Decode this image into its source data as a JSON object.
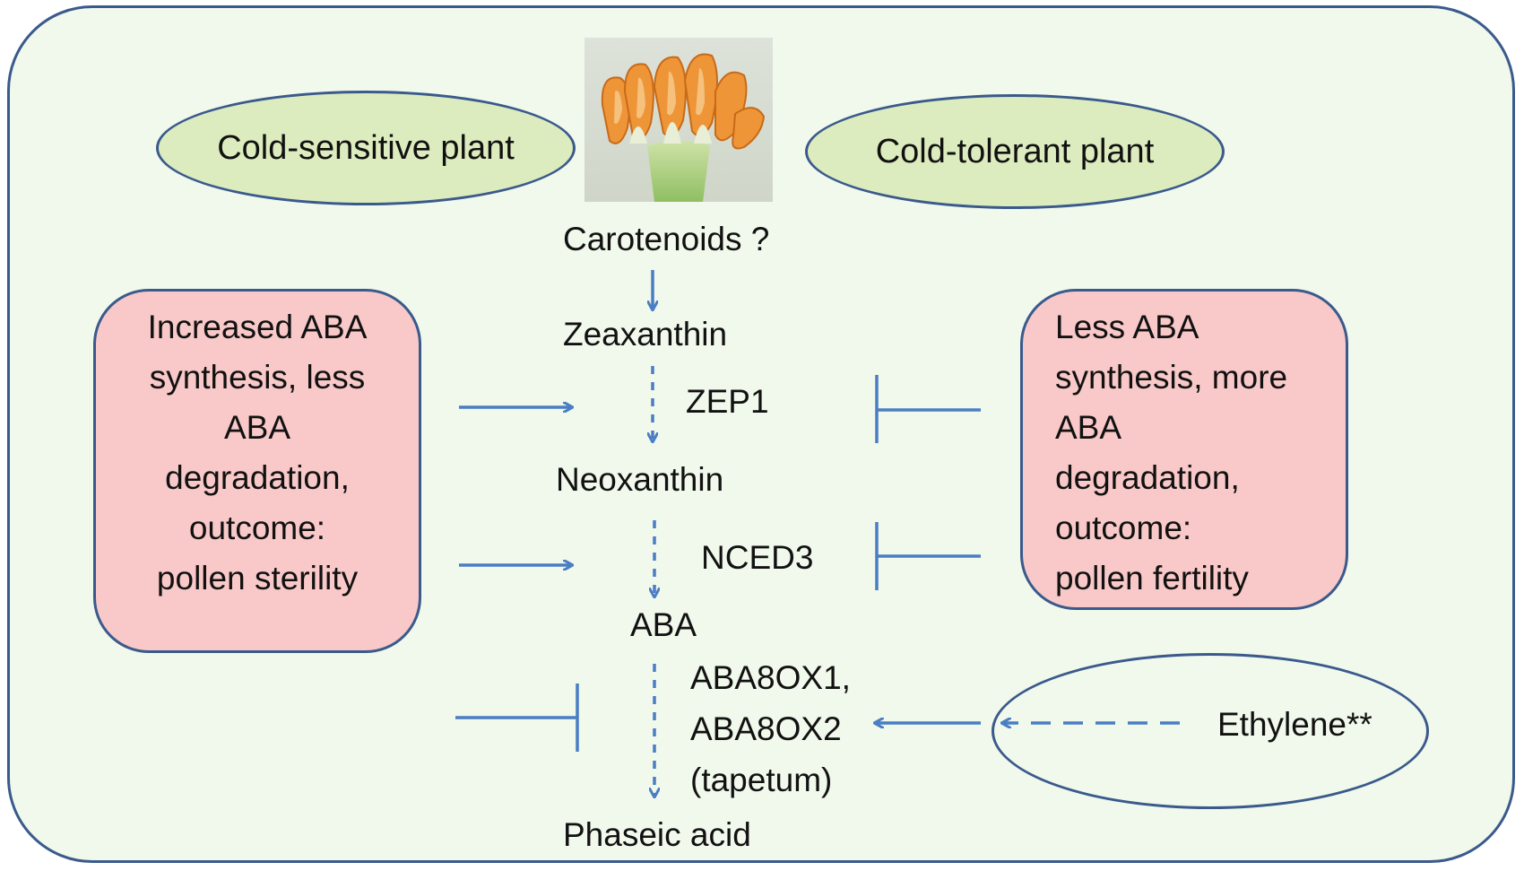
{
  "plants": {
    "cold_sensitive": "Cold-sensitive plant",
    "cold_tolerant": "Cold-tolerant plant"
  },
  "pathway": {
    "carotenoids": "Carotenoids ?",
    "zeaxanthin": "Zeaxanthin",
    "zep1": "ZEP1",
    "neoxanthin": "Neoxanthin",
    "nced3": "NCED3",
    "aba": "ABA",
    "aba8ox1": "ABA8OX1,",
    "aba8ox2": "ABA8OX2",
    "tapetum": "(tapetum)",
    "phaseic_acid": "Phaseic acid"
  },
  "left_box": {
    "lines": [
      "Increased ABA",
      "synthesis, less",
      "ABA",
      "degradation,",
      "outcome:",
      "pollen sterility"
    ]
  },
  "right_box": {
    "lines": [
      "Less ABA",
      "synthesis, more",
      "ABA",
      "degradation,",
      "outcome:",
      "pollen fertility"
    ]
  },
  "ethylene": "Ethylene**",
  "colors": {
    "frame_border": "#3a5a8c",
    "frame_fill": "#f1f8ec",
    "oval_fill": "#ddecbe",
    "box_fill": "#f8c9c8",
    "arrow": "#4a7ec4"
  },
  "image": {
    "subject": "flower-anthers-photo"
  }
}
